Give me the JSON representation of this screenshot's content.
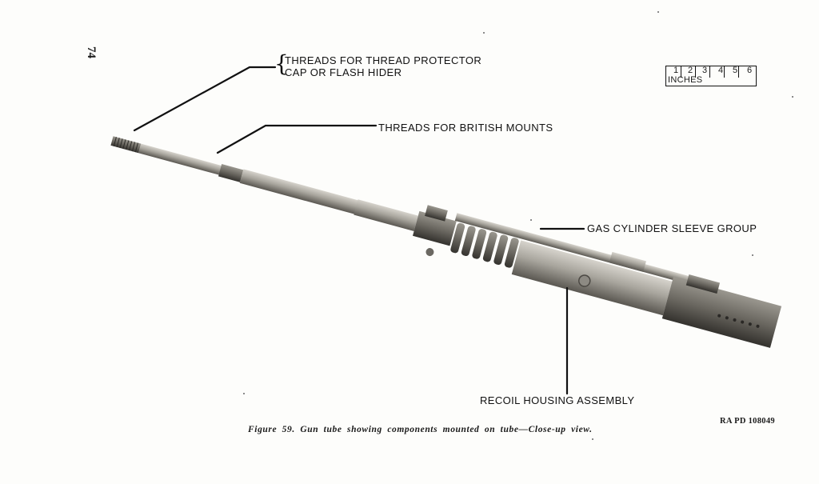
{
  "page": {
    "number": "74"
  },
  "labels": {
    "threads_protector_line1": "THREADS FOR THREAD PROTECTOR",
    "threads_protector_line2": "CAP OR FLASH HIDER",
    "threads_british": "THREADS FOR BRITISH MOUNTS",
    "gas_cylinder": "GAS CYLINDER SLEEVE GROUP",
    "recoil_housing": "RECOIL HOUSING ASSEMBLY"
  },
  "scale": {
    "numbers": [
      "1",
      "2",
      "3",
      "4",
      "5",
      "6"
    ],
    "units": "INCHES"
  },
  "caption": "Figure 59. Gun tube showing components mounted on tube—Close-up view.",
  "code": "RA PD 108049",
  "colors": {
    "ink": "#111111",
    "metal_light": "#b9b6ae",
    "metal_dark": "#55524c",
    "paper": "#fdfdfb"
  }
}
